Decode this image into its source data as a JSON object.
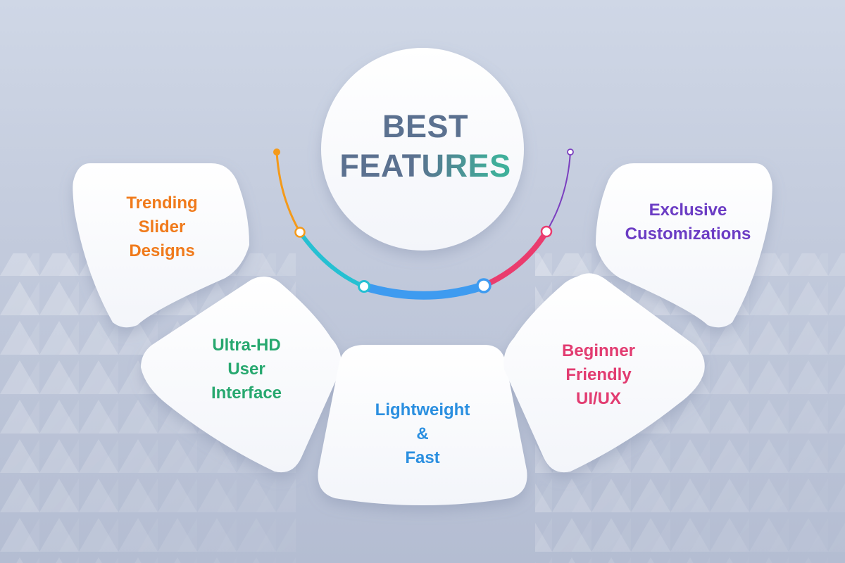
{
  "title": {
    "line1": "BEST",
    "line2": "FEATURES"
  },
  "features": [
    {
      "lines": [
        "Trending",
        "Slider",
        "Designs"
      ],
      "color": "#f07a1b"
    },
    {
      "lines": [
        "Ultra-HD",
        "User",
        "Interface"
      ],
      "color": "#27a86f"
    },
    {
      "lines": [
        "Lightweight",
        "&",
        "Fast"
      ],
      "color": "#2b8fe0"
    },
    {
      "lines": [
        "Beginner",
        "Friendly",
        "UI/UX"
      ],
      "color": "#e23c71"
    },
    {
      "lines": [
        "Exclusive",
        "Customizations"
      ],
      "color": "#6b3cc4"
    }
  ],
  "arc_colors": [
    "#f49a1a",
    "#26c0d2",
    "#3e9bf0",
    "#ea3c6e",
    "#7b3fbf"
  ],
  "icons": [
    "arc-start-dot",
    "arc-node-ring",
    "arc-end-dot"
  ]
}
